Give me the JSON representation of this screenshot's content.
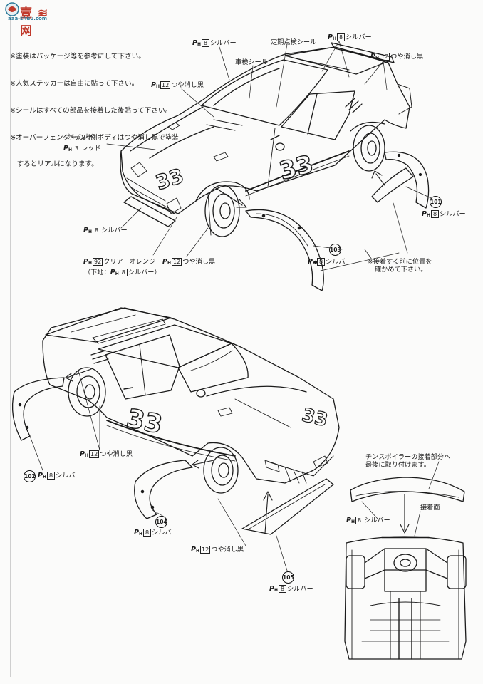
{
  "watermark": {
    "logo_text": "壹 ≋ 网",
    "url": "aaa-shuu.com"
  },
  "notes": [
    "※塗装はパッケージ等を参考にして下さい。",
    "※人気ステッカーは自由に貼って下さい。",
    "※シールはすべての部品を接着した後貼って下さい。",
    "※オーバーフェンダーの内側ボディはつや消し黒で塗装",
    "　するとリアルになります。"
  ],
  "paint": {
    "prefix": "P",
    "prefix_sub": "H",
    "silver": {
      "code": "8",
      "name": "シルバー"
    },
    "matte_black": {
      "code": "12",
      "name": "つや消し黒"
    },
    "red": {
      "code": "3",
      "name": "レッド"
    },
    "clear_orange": {
      "code": "92",
      "name": "クリアーオレンジ"
    }
  },
  "top_view": {
    "inspection_seal": "定期点検シール",
    "vehicle_sticker": "車検シール",
    "body_color_label": "ボディ色：",
    "under_coat_open": "（下地：",
    "under_coat_close": "）",
    "glue_note": [
      "※接着する前に位置を",
      "確かめて下さい。"
    ],
    "parts": {
      "front_right": "103",
      "rear_right": "101"
    }
  },
  "bottom_view": {
    "chin_note": [
      "チンスポイラーの接着部分へ",
      "最後に取り付けます。"
    ],
    "glue_surface": "接着面",
    "parts": {
      "rear_left": "102",
      "front_left": "104",
      "chin_spoiler": "105"
    }
  }
}
